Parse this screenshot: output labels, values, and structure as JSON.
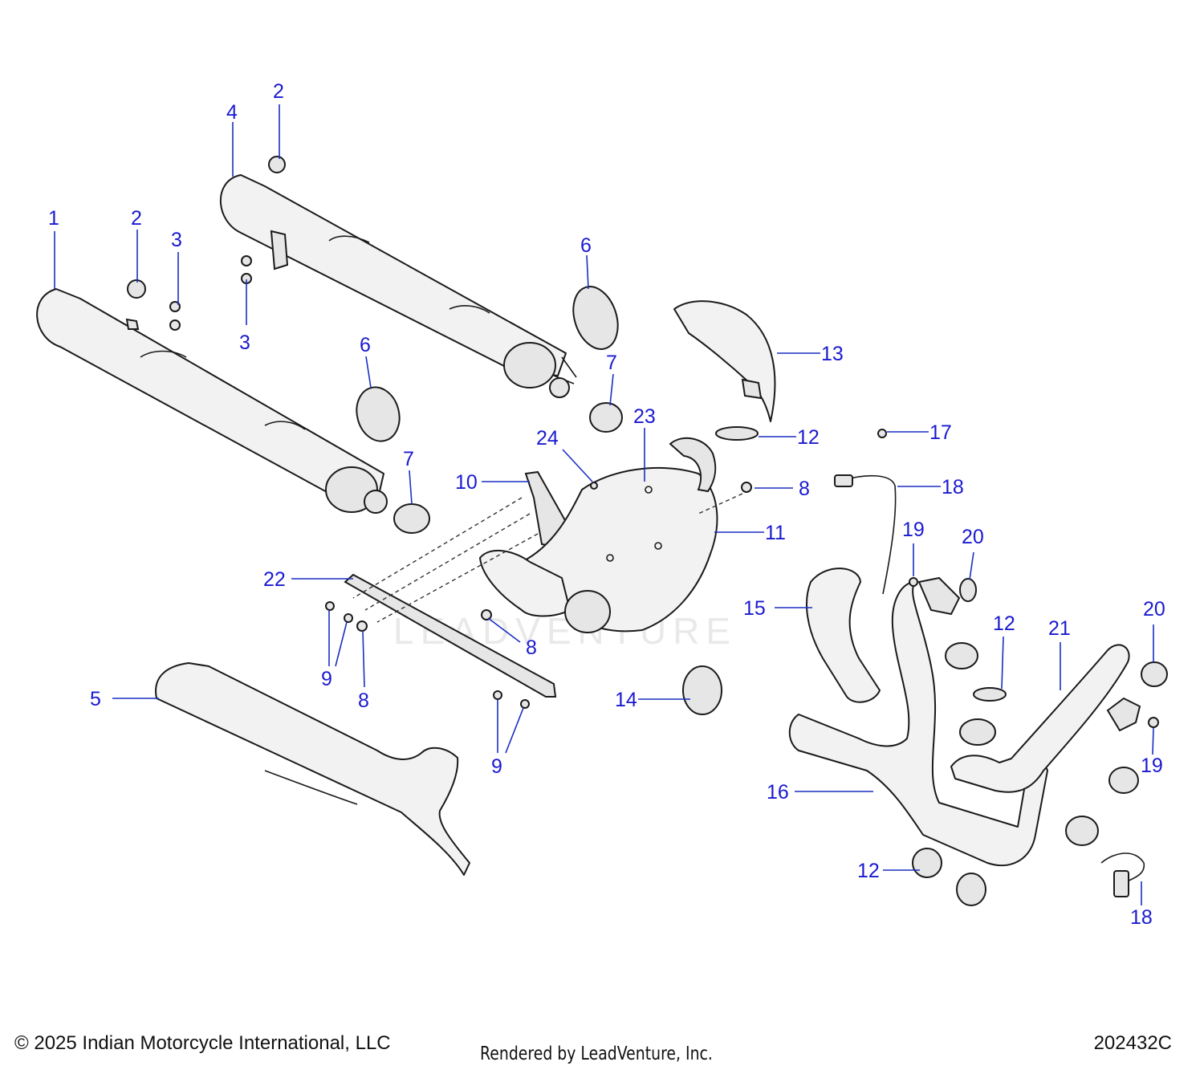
{
  "diagram": {
    "callouts": [
      {
        "id": "c1",
        "label": "1"
      },
      {
        "id": "c2a",
        "label": "2"
      },
      {
        "id": "c2b",
        "label": "2"
      },
      {
        "id": "c3a",
        "label": "3"
      },
      {
        "id": "c3b",
        "label": "3"
      },
      {
        "id": "c4",
        "label": "4"
      },
      {
        "id": "c5",
        "label": "5"
      },
      {
        "id": "c6a",
        "label": "6"
      },
      {
        "id": "c6b",
        "label": "6"
      },
      {
        "id": "c7a",
        "label": "7"
      },
      {
        "id": "c7b",
        "label": "7"
      },
      {
        "id": "c8a",
        "label": "8"
      },
      {
        "id": "c8b",
        "label": "8"
      },
      {
        "id": "c8c",
        "label": "8"
      },
      {
        "id": "c9a",
        "label": "9"
      },
      {
        "id": "c9b",
        "label": "9"
      },
      {
        "id": "c10",
        "label": "10"
      },
      {
        "id": "c11",
        "label": "11"
      },
      {
        "id": "c12a",
        "label": "12"
      },
      {
        "id": "c12b",
        "label": "12"
      },
      {
        "id": "c12c",
        "label": "12"
      },
      {
        "id": "c13",
        "label": "13"
      },
      {
        "id": "c14",
        "label": "14"
      },
      {
        "id": "c15",
        "label": "15"
      },
      {
        "id": "c16",
        "label": "16"
      },
      {
        "id": "c17",
        "label": "17"
      },
      {
        "id": "c18a",
        "label": "18"
      },
      {
        "id": "c18b",
        "label": "18"
      },
      {
        "id": "c19a",
        "label": "19"
      },
      {
        "id": "c19b",
        "label": "19"
      },
      {
        "id": "c20a",
        "label": "20"
      },
      {
        "id": "c20b",
        "label": "20"
      },
      {
        "id": "c21",
        "label": "21"
      },
      {
        "id": "c22",
        "label": "22"
      },
      {
        "id": "c23",
        "label": "23"
      },
      {
        "id": "c24",
        "label": "24"
      }
    ],
    "watermark": "LEADVENTURE"
  },
  "footer": {
    "copyright": "© 2025 Indian Motorcycle International, LLC",
    "rendered_by": "Rendered by LeadVenture, Inc.",
    "diagram_code": "202432C"
  },
  "colors": {
    "callout": "#1a1ad0",
    "leader": "#1a2fc2",
    "line_art": "#1a1a1a"
  }
}
